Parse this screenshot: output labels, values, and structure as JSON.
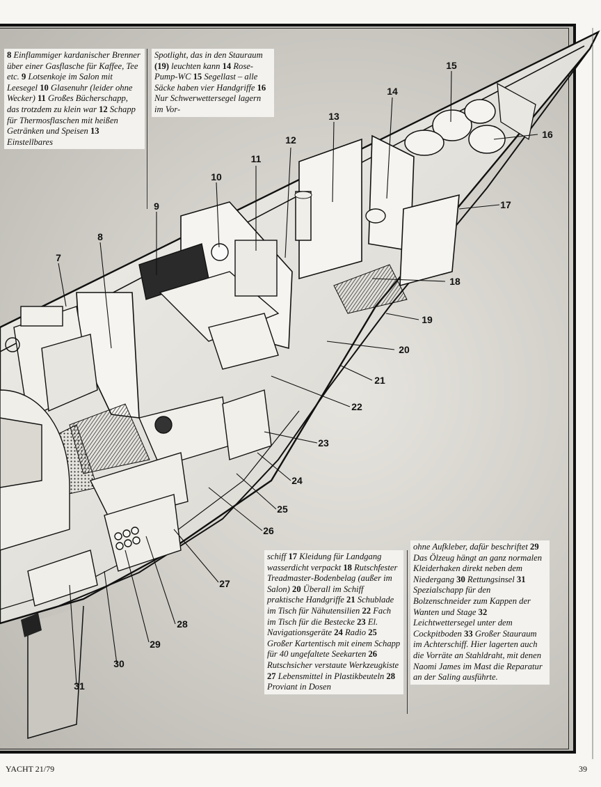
{
  "footer": {
    "magazine": "YACHT 21/79",
    "page_number": "39"
  },
  "text_blocks": [
    {
      "name": "caption-block-top-left",
      "segments": [
        {
          "t": "8 ",
          "b": true
        },
        {
          "t": "Einflammiger kardanischer Brenner über einer Gasflasche für Kaffee, Tee etc. "
        },
        {
          "t": "9 ",
          "b": true
        },
        {
          "t": "Lotsenkoje im Salon mit Leesegel "
        },
        {
          "t": "10 ",
          "b": true
        },
        {
          "t": "Glasenuhr (leider ohne Wecker) "
        },
        {
          "t": "11 ",
          "b": true
        },
        {
          "t": "Großes Bücherschapp, das trotzdem zu klein war "
        },
        {
          "t": "12 ",
          "b": true
        },
        {
          "t": "Schapp für Thermosflaschen mit heißen Getränken und Speisen "
        },
        {
          "t": "13 ",
          "b": true
        },
        {
          "t": "Einstellbares"
        }
      ]
    },
    {
      "name": "caption-block-top-middle",
      "segments": [
        {
          "t": "Spotlight, das in den Stauraum "
        },
        {
          "t": "(19) ",
          "b": true
        },
        {
          "t": "leuchten kann "
        },
        {
          "t": "14 ",
          "b": true
        },
        {
          "t": "Rose-Pump-WC "
        },
        {
          "t": "15 ",
          "b": true
        },
        {
          "t": "Segellast – alle Säcke haben vier Handgriffe "
        },
        {
          "t": "16 ",
          "b": true
        },
        {
          "t": "Nur Schwerwettersegel lagern im Vor-"
        }
      ]
    },
    {
      "name": "caption-block-bottom-left",
      "segments": [
        {
          "t": "schiff "
        },
        {
          "t": "17 ",
          "b": true
        },
        {
          "t": "Kleidung für Landgang wasserdicht verpackt "
        },
        {
          "t": "18 ",
          "b": true
        },
        {
          "t": "Rutschfester Treadmaster-Bodenbelag (außer im Salon) "
        },
        {
          "t": "20 ",
          "b": true
        },
        {
          "t": "Überall im Schiff praktische Handgriffe "
        },
        {
          "t": "21 ",
          "b": true
        },
        {
          "t": "Schublade im Tisch für Nähutensilien "
        },
        {
          "t": "22 ",
          "b": true
        },
        {
          "t": "Fach im Tisch für die Bestecke "
        },
        {
          "t": "23 ",
          "b": true
        },
        {
          "t": "El. Navigationsgeräte "
        },
        {
          "t": "24 ",
          "b": true
        },
        {
          "t": "Radio "
        },
        {
          "t": "25 ",
          "b": true
        },
        {
          "t": "Großer Kartentisch mit einem Schapp für 40 ungefaltete Seekarten "
        },
        {
          "t": "26 ",
          "b": true
        },
        {
          "t": "Rutschsicher verstaute Werkzeugkiste "
        },
        {
          "t": "27 ",
          "b": true
        },
        {
          "t": "Lebensmittel in Plastikbeuteln "
        },
        {
          "t": "28 ",
          "b": true
        },
        {
          "t": "Proviant in Dosen"
        }
      ]
    },
    {
      "name": "caption-block-bottom-right",
      "segments": [
        {
          "t": "ohne Aufkleber, dafür beschriftet "
        },
        {
          "t": "29 ",
          "b": true
        },
        {
          "t": "Das Ölzeug hängt an ganz normalen Kleiderhaken direkt neben dem Niedergang "
        },
        {
          "t": "30 ",
          "b": true
        },
        {
          "t": "Rettungsinsel "
        },
        {
          "t": "31 ",
          "b": true
        },
        {
          "t": "Spezialschapp für den Bolzenschneider zum Kappen der Wanten und Stage "
        },
        {
          "t": "32 ",
          "b": true
        },
        {
          "t": "Leichtwettersegel unter dem Cockpitboden "
        },
        {
          "t": "33 ",
          "b": true
        },
        {
          "t": "Großer Stauraum im Achterschiff. Hier lagerten auch die Vorräte an Stahldraht, mit denen Naomi James im Mast die Reparatur an der Saling ausführte."
        }
      ]
    }
  ],
  "callouts": [
    "7",
    "8",
    "9",
    "10",
    "11",
    "12",
    "13",
    "14",
    "15",
    "16",
    "17",
    "18",
    "19",
    "20",
    "21",
    "22",
    "23",
    "24",
    "25",
    "26",
    "27",
    "28",
    "29",
    "30",
    "31"
  ],
  "illustration": {
    "subject": "cutaway drawing of a sailing yacht interior",
    "style": "black ink line drawing on grey airbrushed background"
  }
}
